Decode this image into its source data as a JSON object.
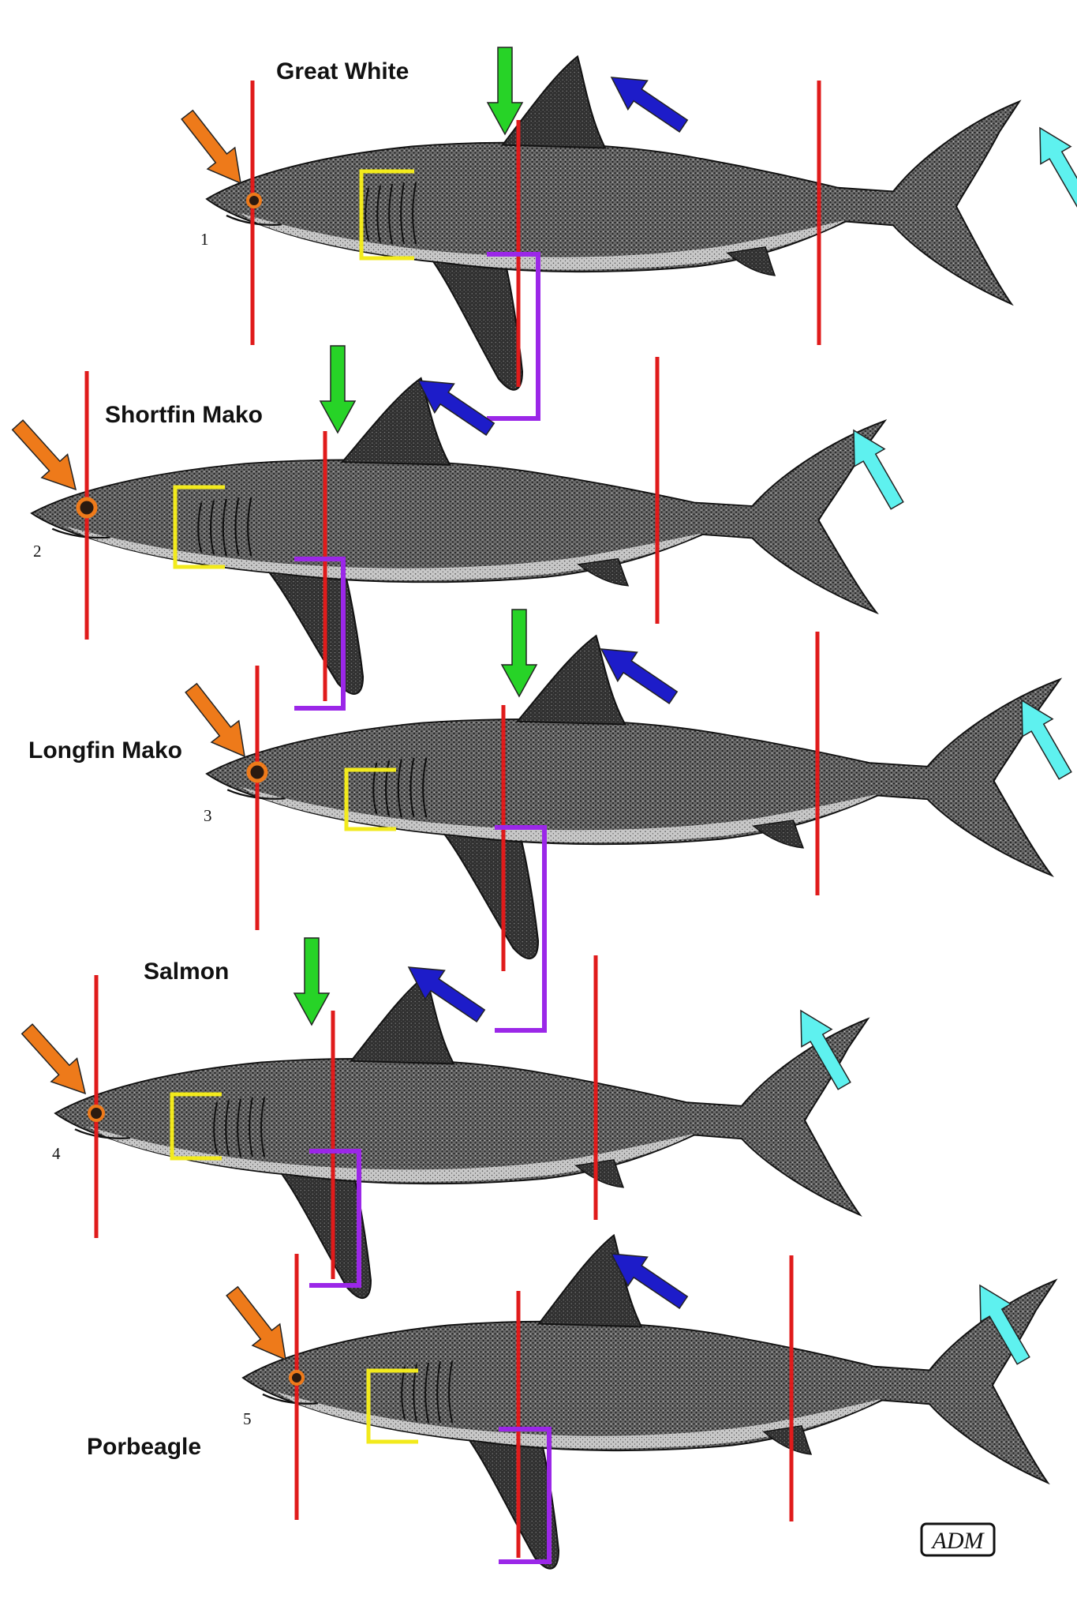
{
  "figure": {
    "signature": "ADM",
    "sharks": [
      {
        "number": "1",
        "name": "Great White"
      },
      {
        "number": "2",
        "name": "Shortfin Mako"
      },
      {
        "number": "3",
        "name": "Longfin Mako"
      },
      {
        "number": "4",
        "name": "Salmon"
      },
      {
        "number": "5",
        "name": "Porbeagle"
      }
    ]
  },
  "colors": {
    "background": "#ffffff",
    "ink": "#111111",
    "reference_line": "#e01b1b",
    "eye_arrow": "#ee7a1a",
    "dorsal_origin_arrow": "#27d327",
    "dorsal_tip_arrow": "#1d1cc9",
    "caudal_tip_arrow": "#5ef1ef",
    "gill_bracket": "#f2ea1c",
    "pectoral_bracket": "#9b27e8"
  },
  "icons": {
    "eye_marker": "orange-ringed-eye-dot",
    "arrows": "block-arrow",
    "brackets": "open-rectangle-bracket"
  }
}
